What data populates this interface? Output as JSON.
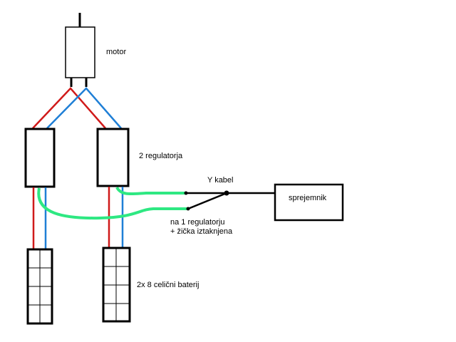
{
  "diagram": {
    "labels": {
      "motor": "motor",
      "regulators": "2 regulatorja",
      "y_cable": "Y kabel",
      "receiver": "sprejemnik",
      "note_line1": "na 1 regulatorju",
      "note_line2": "+ žička iztaknjena",
      "batteries": "2x 8 celični baterij"
    },
    "colors": {
      "positive_wire": "#d01a1a",
      "negative_wire": "#1f7fd6",
      "signal_wire": "#2ee882",
      "outline": "#000000",
      "background": "#ffffff"
    },
    "components": [
      {
        "id": "motor",
        "type": "motor"
      },
      {
        "id": "regulator-left",
        "type": "esc"
      },
      {
        "id": "regulator-right",
        "type": "esc"
      },
      {
        "id": "battery-left",
        "type": "battery",
        "cells": 8
      },
      {
        "id": "battery-right",
        "type": "battery",
        "cells": 8
      },
      {
        "id": "receiver",
        "type": "receiver"
      },
      {
        "id": "y-cable",
        "type": "y-connector"
      }
    ]
  }
}
